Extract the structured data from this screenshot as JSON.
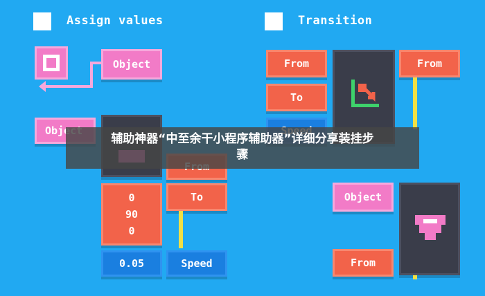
{
  "assign": {
    "title": "Assign values",
    "object_label_top": "Object",
    "object_label_left": "Object",
    "from_label": "From",
    "to_label": "To",
    "values": [
      "0",
      "90",
      "0"
    ],
    "speed_value": "0.05",
    "speed_label": "Speed"
  },
  "transition": {
    "title": "Transition",
    "from_left_label": "From",
    "to_label": "To",
    "speed_label": "Speed",
    "from_right_label": "From",
    "object_label": "Object",
    "from_bottom_label": "From"
  },
  "banner": {
    "line1": "辅助神器“中至余干小程序辅助器”详细分享装挂步",
    "line2": "骤"
  },
  "colors": {
    "background": "#21a9f2",
    "pink": "#f27bc7",
    "orange": "#f2634a",
    "blue": "#1a7fe0",
    "dark": "#3a3d4a",
    "wire": "#f0e045"
  }
}
